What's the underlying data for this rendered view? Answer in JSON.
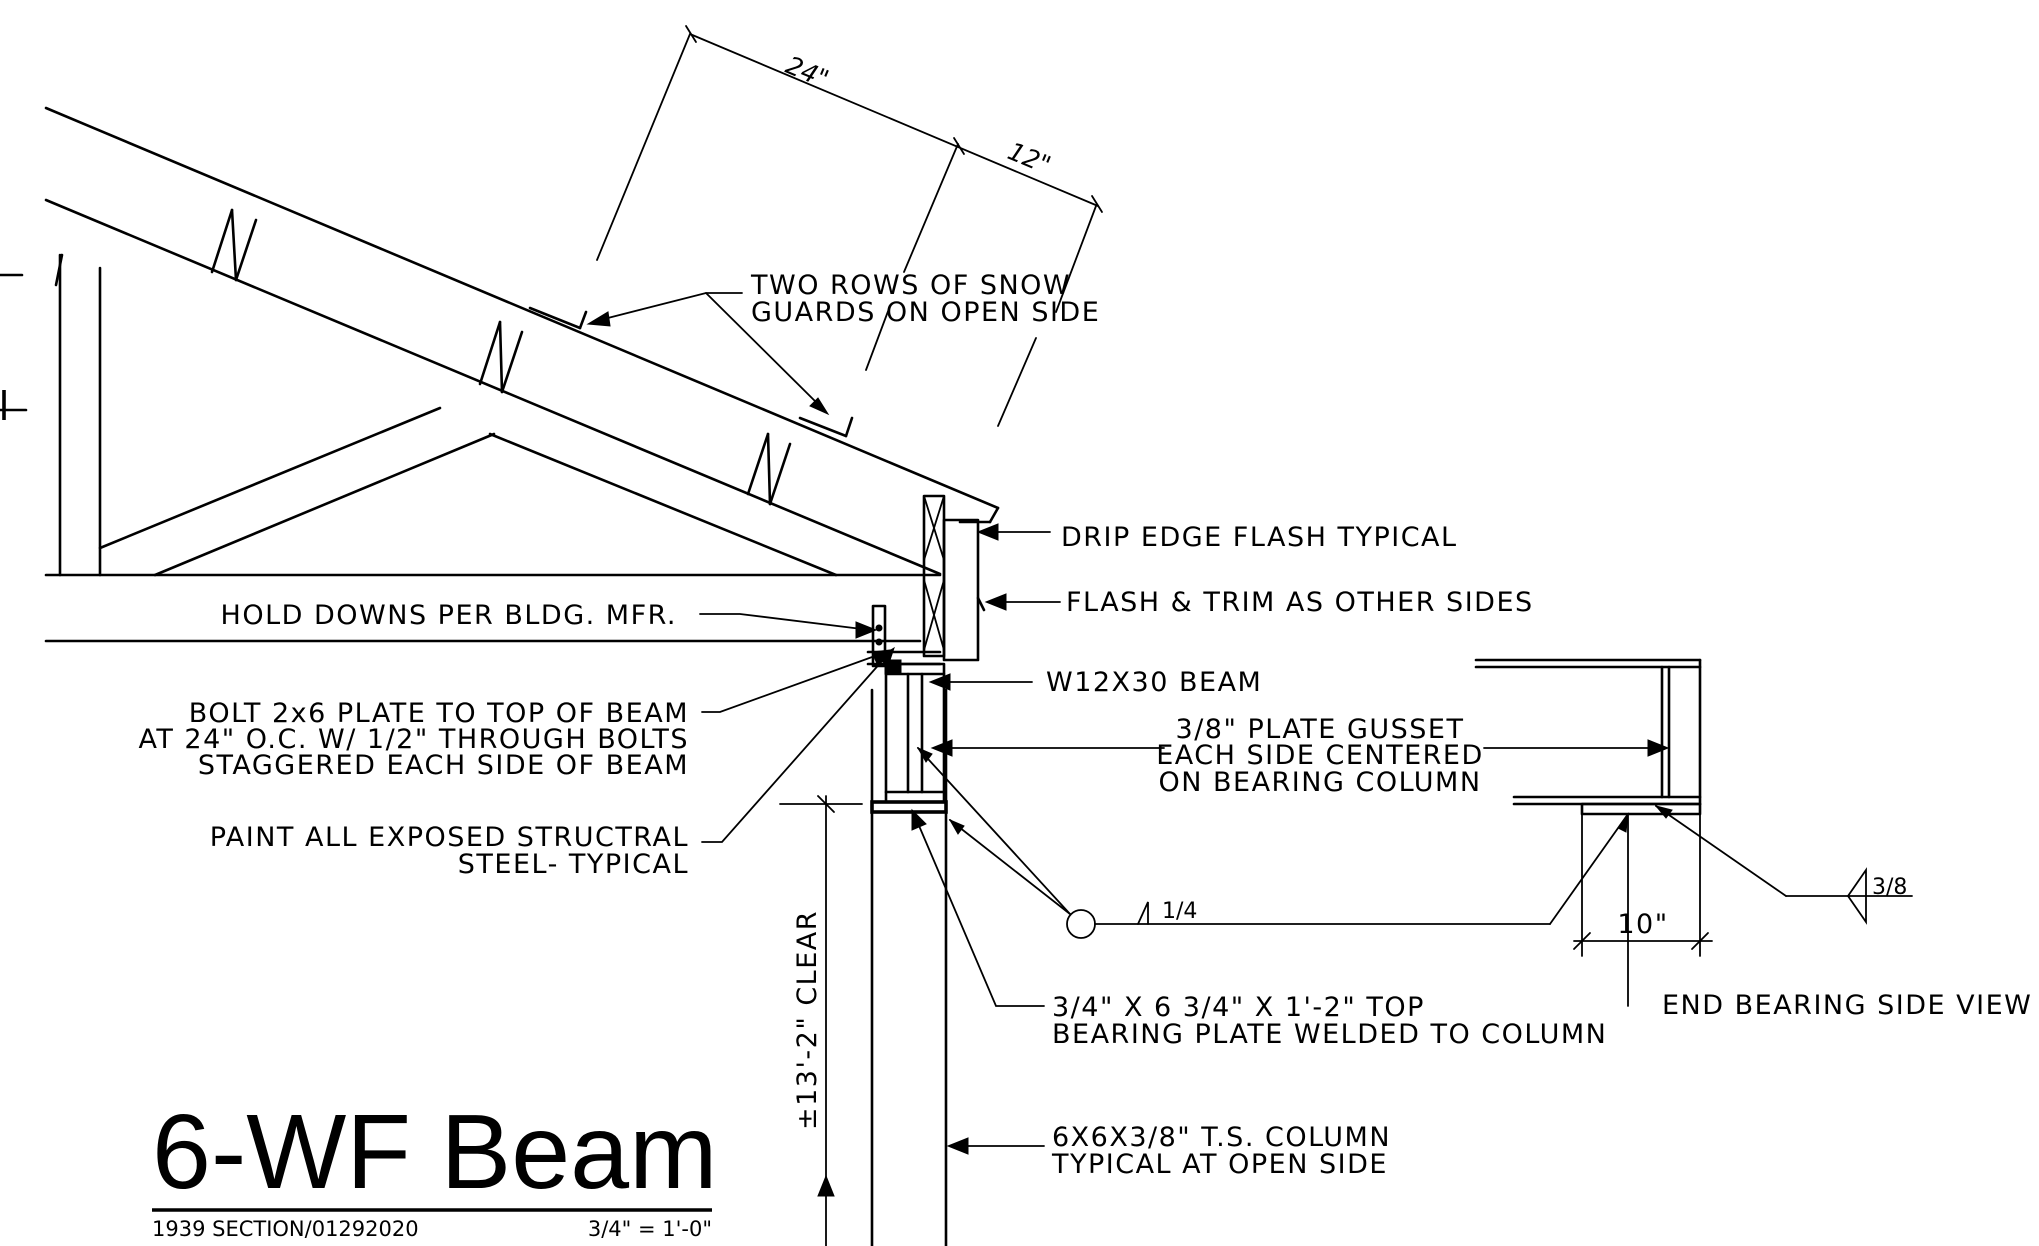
{
  "title": "6-WF Beam",
  "sheet": {
    "section": "1939 SECTION/01292020",
    "scale": "3/4\" = 1'-0\""
  },
  "dimensions": {
    "overhang_a": "24\"",
    "overhang_b": "12\"",
    "clear_height": "±13'-2\" CLEAR",
    "plate_width": "10\"",
    "weld_a": "1/4",
    "weld_b": "3/8"
  },
  "callouts": {
    "snow_guards": [
      "TWO ROWS OF SNOW",
      "GUARDS ON OPEN SIDE"
    ],
    "drip_edge": "DRIP EDGE FLASH TYPICAL",
    "flash_trim": "FLASH & TRIM AS OTHER SIDES",
    "hold_downs": "HOLD DOWNS PER BLDG. MFR.",
    "beam": "W12X30 BEAM",
    "bolt_plate": [
      "BOLT 2x6 PLATE TO TOP OF BEAM",
      "AT 24\" O.C. W/ 1/2\" THROUGH BOLTS",
      "STAGGERED EACH SIDE OF BEAM"
    ],
    "gusset": [
      "3/8\" PLATE GUSSET",
      "EACH SIDE CENTERED",
      "ON BEARING COLUMN"
    ],
    "paint": [
      "PAINT ALL EXPOSED STRUCTRAL",
      "STEEL- TYPICAL"
    ],
    "bearing_plate": [
      "3/4\" X 6 3/4\" X 1'-2\" TOP",
      "BEARING PLATE WELDED TO COLUMN"
    ],
    "end_view": "END BEARING SIDE VIEW",
    "column": [
      "6X6X3/8\" T.S. COLUMN",
      "TYPICAL AT OPEN SIDE"
    ]
  }
}
